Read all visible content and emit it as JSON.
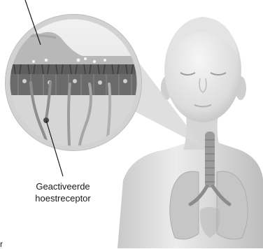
{
  "diagram": {
    "label_line1": "Geactiveerde",
    "label_line2": "hoestreceptor",
    "corner_text": "r",
    "colors": {
      "skin_light": "#f1f1f1",
      "skin_mid": "#d4d4d4",
      "skin_dark": "#a9a9a9",
      "lung": "#c4c4c4",
      "airway": "#9a9a9a",
      "magnifier_ring": "#d9d9d9",
      "mucus": "#b5b5b5",
      "tissue": "#4a4a4a",
      "nerve": "#9b9b9b"
    }
  }
}
